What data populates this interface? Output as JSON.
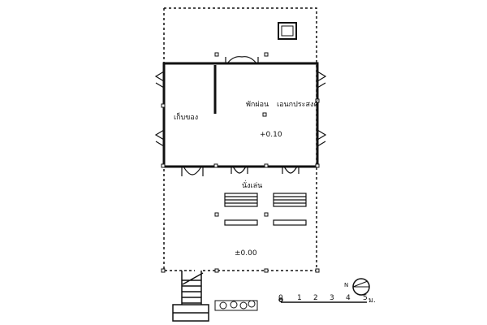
{
  "plan": {
    "rooms": {
      "storage": "เก็บของ",
      "rest": "พักผ่อน",
      "multipurpose": "เอนกประสงค์",
      "sitting": "นั่งเล่น"
    },
    "levels": {
      "interior": "+0.10",
      "terrace": "±0.00"
    },
    "north_label": "N",
    "scale": {
      "ticks": [
        "0",
        "1",
        "2",
        "3",
        "4",
        "5"
      ],
      "unit": "ม."
    }
  }
}
